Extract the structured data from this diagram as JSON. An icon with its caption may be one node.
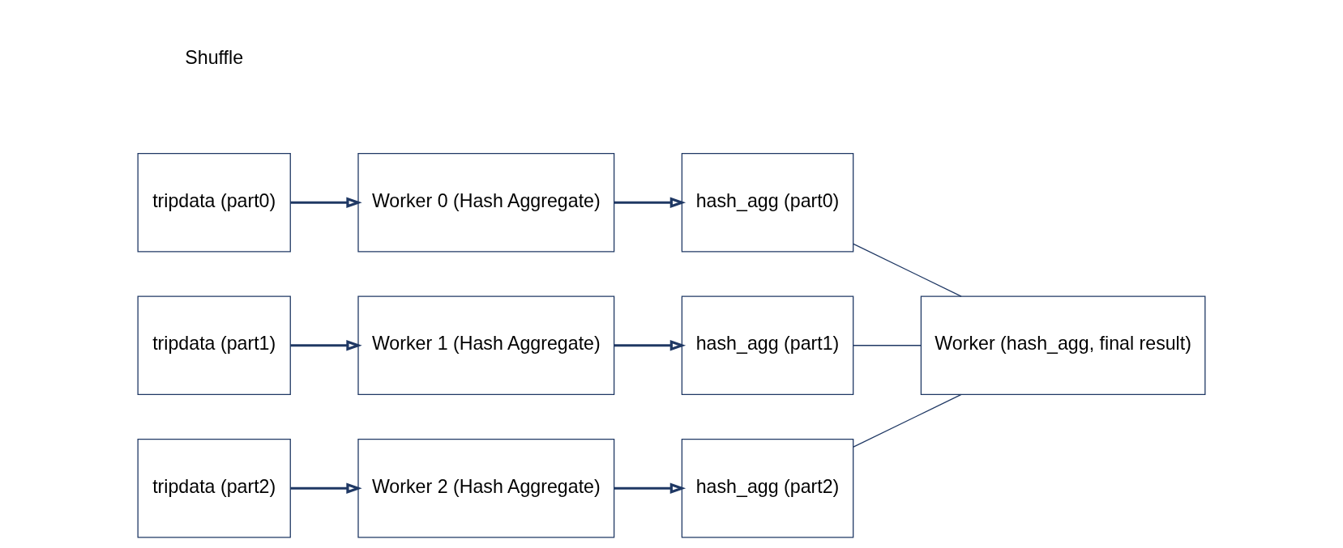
{
  "diagram": {
    "nodes": [
      {
        "text": [
          "tripdata (part0)"
        ]
      },
      {
        "text": [
          "Worker 0 (Hash Aggregate)"
        ]
      },
      {
        "text": [
          "hash_agg (part0)"
        ]
      },
      {
        "text": [
          "tripdata (part1)"
        ]
      },
      {
        "text": [
          "Worker 1 (Hash Aggregate)"
        ]
      },
      {
        "text": [
          "hash_agg (part1)"
        ]
      },
      {
        "text": [
          "tripdata (part2)"
        ]
      },
      {
        "text": [
          "Worker 2 (Hash Aggregate)"
        ]
      },
      {
        "text": [
          "hash_agg (part2)"
        ]
      },
      {
        "text": [
          "Worker (hash_agg, final result)"
        ]
      }
    ],
    "edges": [
      {
        "from": 0,
        "to": 1,
        "arrow": "to"
      },
      {
        "from": 1,
        "to": 2,
        "arrow": "to"
      },
      {
        "from": 3,
        "to": 4,
        "arrow": "to"
      },
      {
        "from": 4,
        "to": 5,
        "arrow": "to"
      },
      {
        "from": 6,
        "to": 7,
        "arrow": "to"
      },
      {
        "from": 7,
        "to": 8,
        "arrow": "to"
      },
      {
        "from": 2,
        "to": 9,
        "arrow": "none"
      },
      {
        "from": 5,
        "to": 9,
        "arrow": "none"
      },
      {
        "from": 8,
        "to": 9,
        "arrow": "none"
      }
    ],
    "labels": [
      "Shuffle"
    ]
  }
}
